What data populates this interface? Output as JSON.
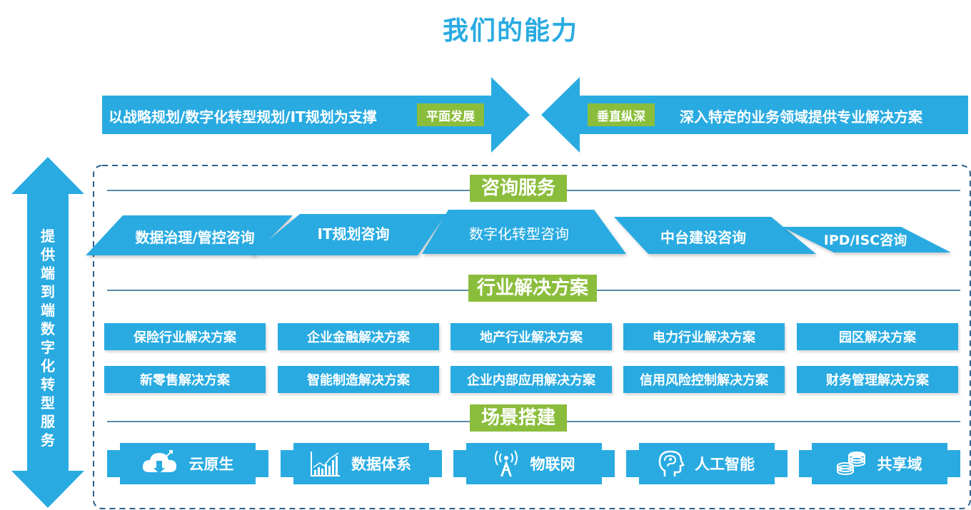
{
  "title": "我们的能力",
  "banner_left": {
    "text": "以战略规划/数字化转型规划/IT规划为支撑",
    "badge": "平面发展"
  },
  "banner_right": {
    "text": "深入特定的业务领域提供专业解决方案",
    "badge": "垂直纵深"
  },
  "side_label": "提供端到端数字化转型服务",
  "sections": {
    "consulting": "咨询服务",
    "solutions": "行业解决方案",
    "scenarios": "场景搭建"
  },
  "consulting_items": [
    "数据治理/管控咨询",
    "IT规划咨询",
    "数字化转型咨询",
    "中台建设咨询",
    "IPD/ISC咨询"
  ],
  "solutions_row1": [
    "保险行业解决方案",
    "企业金融解决方案",
    "地产行业解决方案",
    "电力行业解决方案",
    "园区解决方案"
  ],
  "solutions_row2": [
    "新零售解决方案",
    "智能制造解决方案",
    "企业内部应用解决方案",
    "信用风险控制解决方案",
    "财务管理解决方案"
  ],
  "scenarios": [
    {
      "label": "云原生",
      "icon": "cloud-download-icon"
    },
    {
      "label": "数据体系",
      "icon": "bar-chart-icon"
    },
    {
      "label": "物联网",
      "icon": "signal-tower-icon"
    },
    {
      "label": "人工智能",
      "icon": "brain-head-icon"
    },
    {
      "label": "共享域",
      "icon": "coins-icon"
    }
  ],
  "colors": {
    "blue": "#29abe2",
    "green": "#8bbd3c",
    "title": "#29abe2"
  }
}
